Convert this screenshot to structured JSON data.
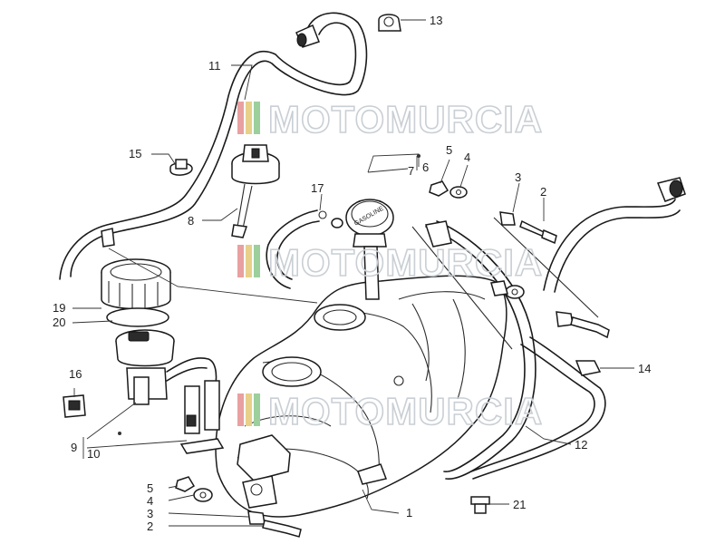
{
  "watermark": {
    "text": "MOTOMURCIA",
    "bar_colors": [
      "#e8a0a0",
      "#e8d08a",
      "#9ccf9c"
    ]
  },
  "cap_text": "GASOLINE",
  "callouts": {
    "c1": "1",
    "c2a": "2",
    "c2b": "2",
    "c3a": "3",
    "c3b": "3",
    "c4a": "4",
    "c4b": "4",
    "c5a": "5",
    "c5b": "5",
    "c6": "6",
    "c7": "7",
    "c8": "8",
    "c9": "9",
    "c10": "10",
    "c11": "11",
    "c12": "12",
    "c13": "13",
    "c14": "14",
    "c15": "15",
    "c16": "16",
    "c17": "17",
    "c19": "19",
    "c20": "20",
    "c21": "21"
  }
}
